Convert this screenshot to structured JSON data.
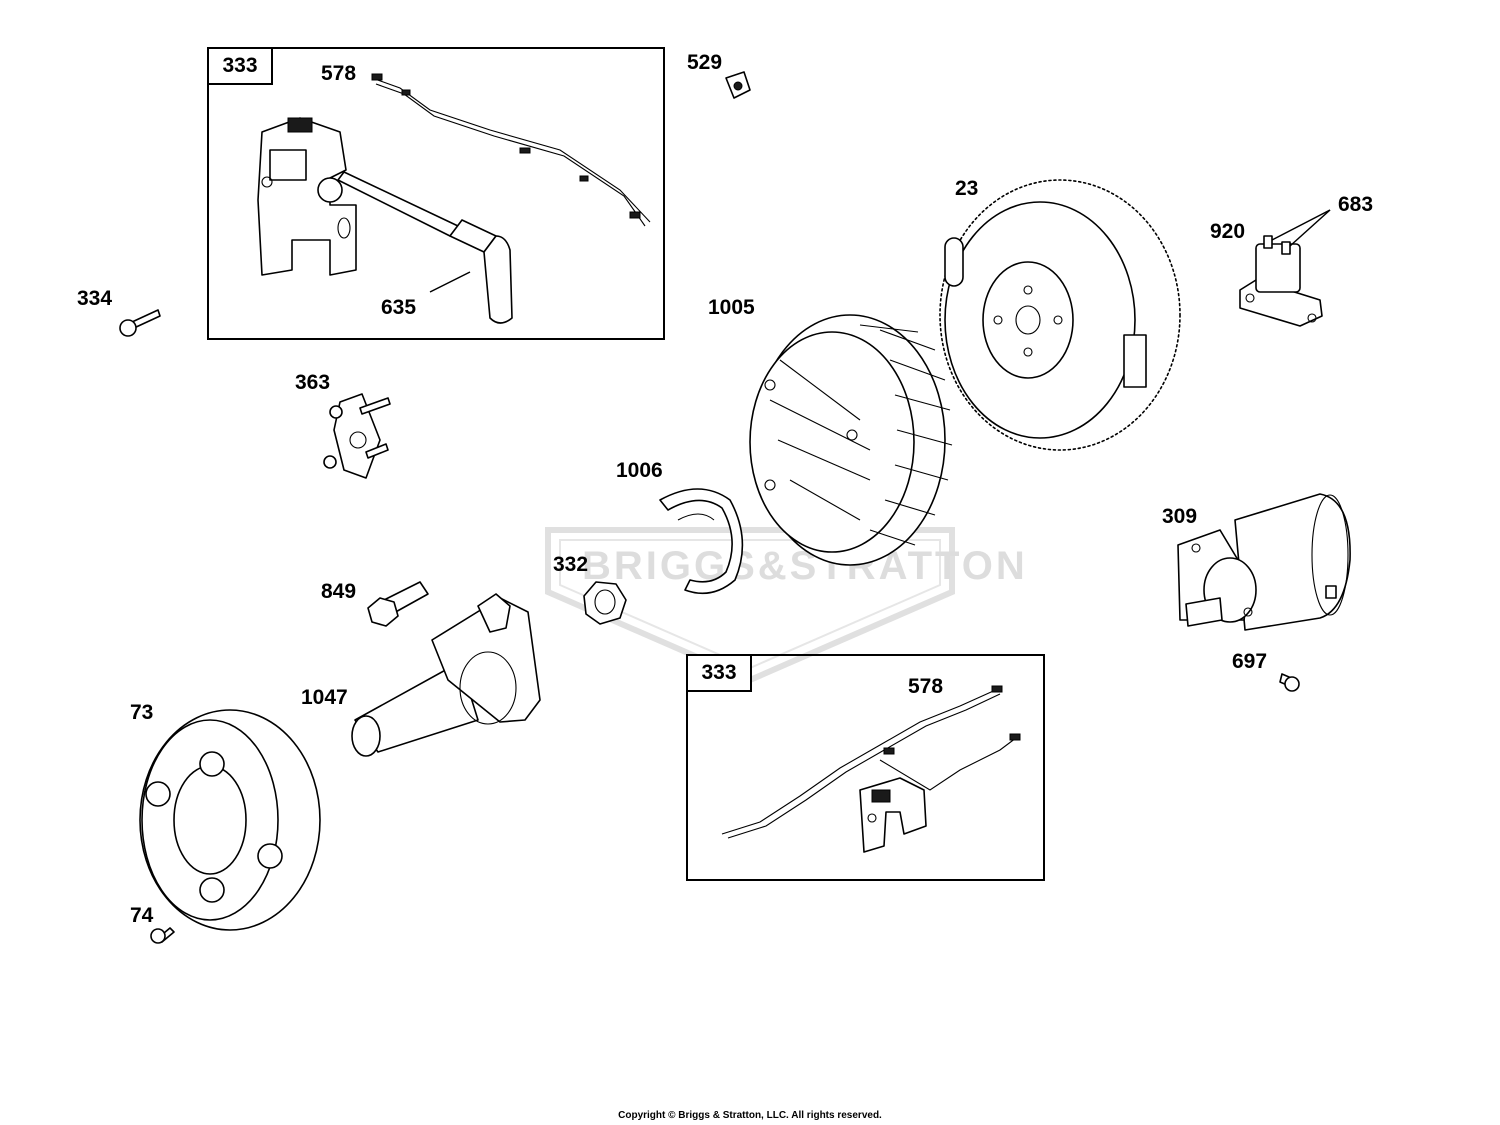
{
  "watermark": {
    "text": "BRIGGS&STRATTON",
    "color": "#dddddd"
  },
  "callouts": {
    "p333_top": "333",
    "p578_top": "578",
    "p529": "529",
    "p23": "23",
    "p683": "683",
    "p920": "920",
    "p334": "334",
    "p635": "635",
    "p1005": "1005",
    "p363": "363",
    "p1006": "1006",
    "p309": "309",
    "p332": "332",
    "p849": "849",
    "p697": "697",
    "p333_bottom": "333",
    "p578_bottom": "578",
    "p1047": "1047",
    "p73": "73",
    "p74": "74"
  },
  "footer": {
    "copyright": "Copyright © Briggs & Stratton, LLC. All rights reserved."
  }
}
